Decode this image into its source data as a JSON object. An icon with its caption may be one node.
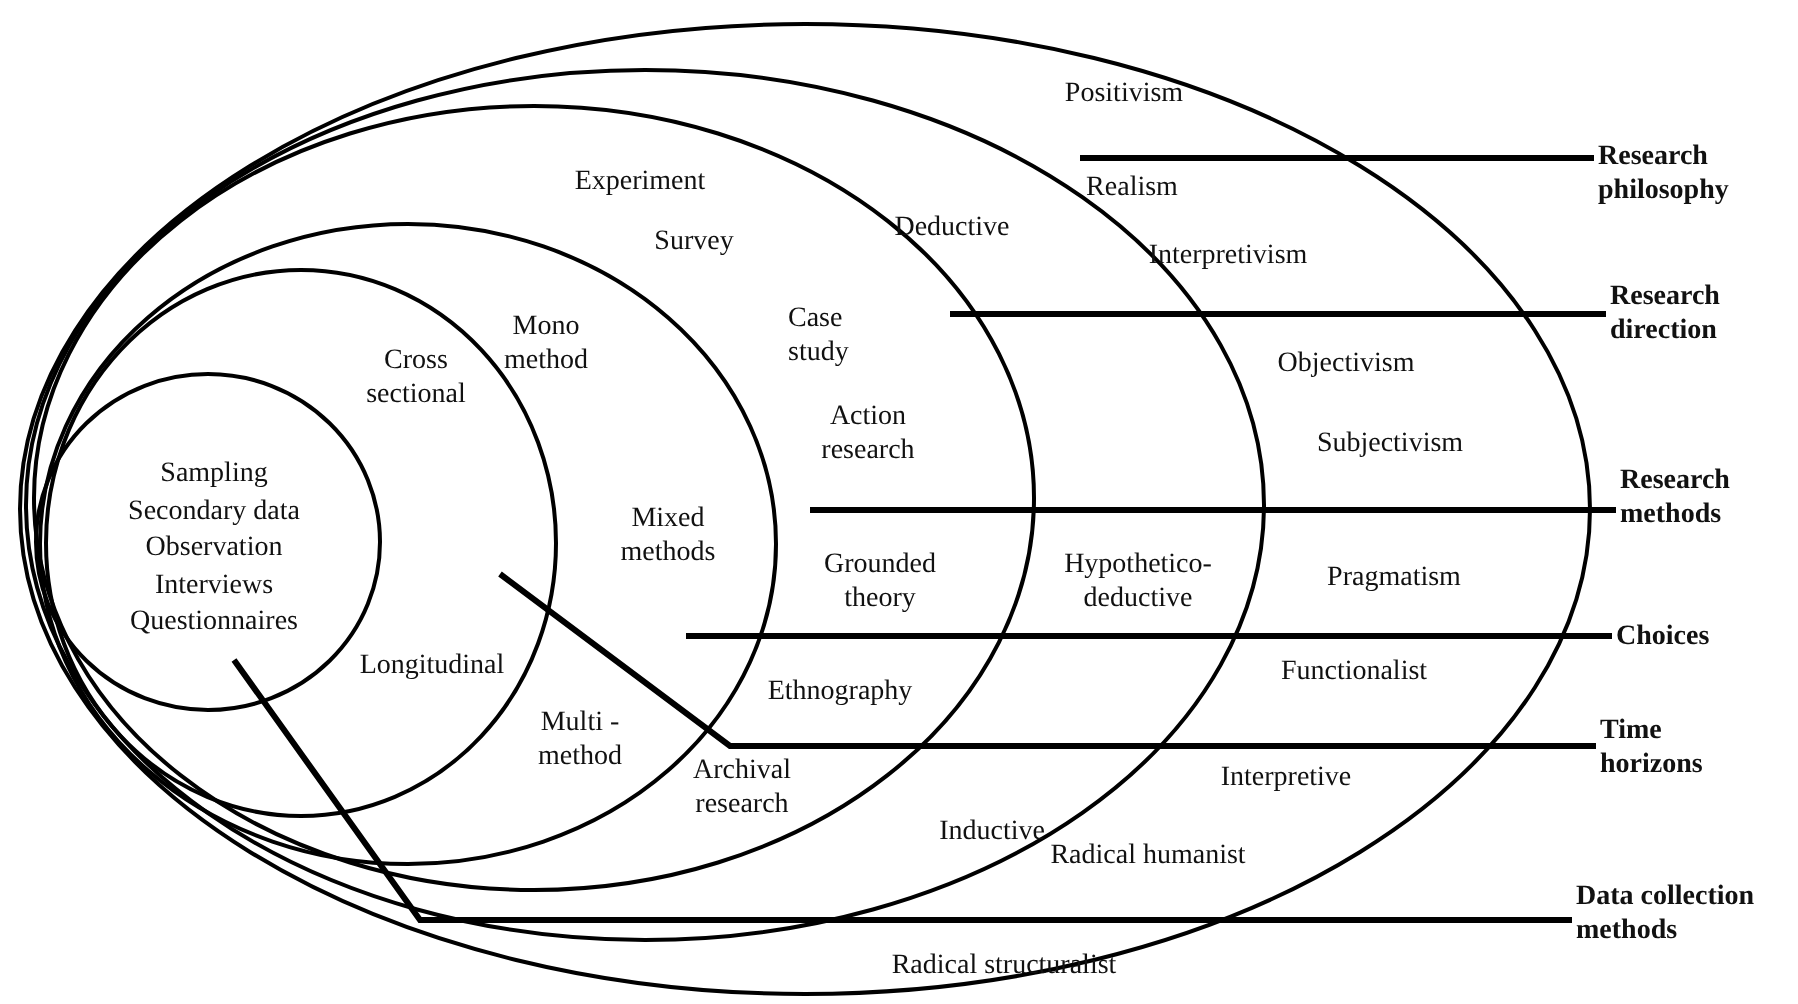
{
  "diagram": {
    "nodes": [
      {
        "text": [
          "Positivism",
          "Realism",
          "Interpretivism",
          "Objectivism",
          "Subjectivism",
          "Pragmatism",
          "Functionalist",
          "Interpretive",
          "Radical humanist",
          "Radical structuralist"
        ]
      },
      {
        "text": [
          "Deductive",
          "Hypothetico-deductive",
          "Inductive"
        ],
        "in": 0
      },
      {
        "text": [
          "Experiment",
          "Survey",
          "Case study",
          "Action research",
          "Grounded theory",
          "Ethnography",
          "Archival research"
        ],
        "in": 1
      },
      {
        "text": [
          "Mono method",
          "Mixed methods",
          "Multi -method"
        ],
        "in": 2
      },
      {
        "text": [
          "Cross sectional",
          "Longitudinal"
        ],
        "in": 3
      },
      {
        "text": [
          "Sampling",
          "Secondary data",
          "Observation",
          "Interviews",
          "Questionnaires"
        ],
        "in": 4
      },
      {
        "text": [
          "Research philosophy"
        ]
      },
      {
        "text": [
          "Research direction"
        ]
      },
      {
        "text": [
          "Research methods"
        ]
      },
      {
        "text": [
          "Choices"
        ]
      },
      {
        "text": [
          "Time horizons"
        ]
      },
      {
        "text": [
          "Data collection methods"
        ]
      }
    ],
    "edges": [
      {
        "from": 6,
        "to": 0,
        "arrow": "none"
      },
      {
        "from": 7,
        "to": 1,
        "arrow": "none"
      },
      {
        "from": 8,
        "to": 2,
        "arrow": "none"
      },
      {
        "from": 9,
        "to": 3,
        "arrow": "none"
      },
      {
        "from": 10,
        "to": 4,
        "arrow": "none"
      },
      {
        "from": 11,
        "to": 5,
        "arrow": "none"
      }
    ]
  }
}
